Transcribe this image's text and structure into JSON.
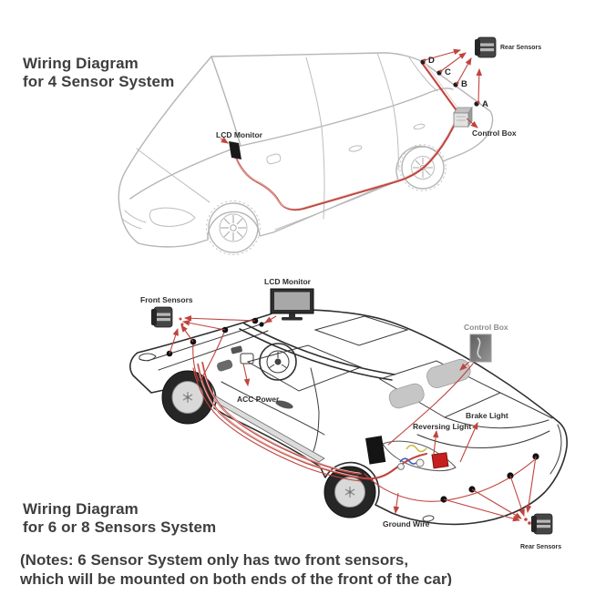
{
  "colors": {
    "background": "#ffffff",
    "wire_red": "#bf4640",
    "wire_highlight": "#ecc6c2",
    "car_outline_top": "#b5b5b5",
    "car_outline_bottom": "#2f2f2f",
    "label_text": "#2e2e2e",
    "connector_box_red": "#c5201d",
    "wire_yellow": "#cdb845",
    "wire_blue": "#3d59b8"
  },
  "diagram_4_sensor": {
    "title_line1": "Wiring Diagram",
    "title_line2": "for 4 Sensor System",
    "labels": {
      "lcd_monitor": "LCD Monitor",
      "rear_sensors": "Rear Sensors",
      "control_box": "Control Box",
      "sensor_d": "D",
      "sensor_c": "C",
      "sensor_b": "B",
      "sensor_a": "A"
    }
  },
  "diagram_6_8_sensor": {
    "title_line1": "Wiring Diagram",
    "title_line2": "for 6 or 8 Sensors System",
    "labels": {
      "front_sensors": "Front Sensors",
      "lcd_monitor": "LCD Monitor",
      "control_box": "Control Box",
      "acc_power": "ACC Power",
      "brake_light": "Brake Light",
      "reversing_light": "Reversing Light",
      "ground_wire": "Ground Wire",
      "rear_sensors": "Rear Sensors"
    }
  },
  "notes": {
    "line1": "(Notes: 6 Sensor System only has two front sensors,",
    "line2": "which will be mounted on both ends of the front of the car)"
  }
}
